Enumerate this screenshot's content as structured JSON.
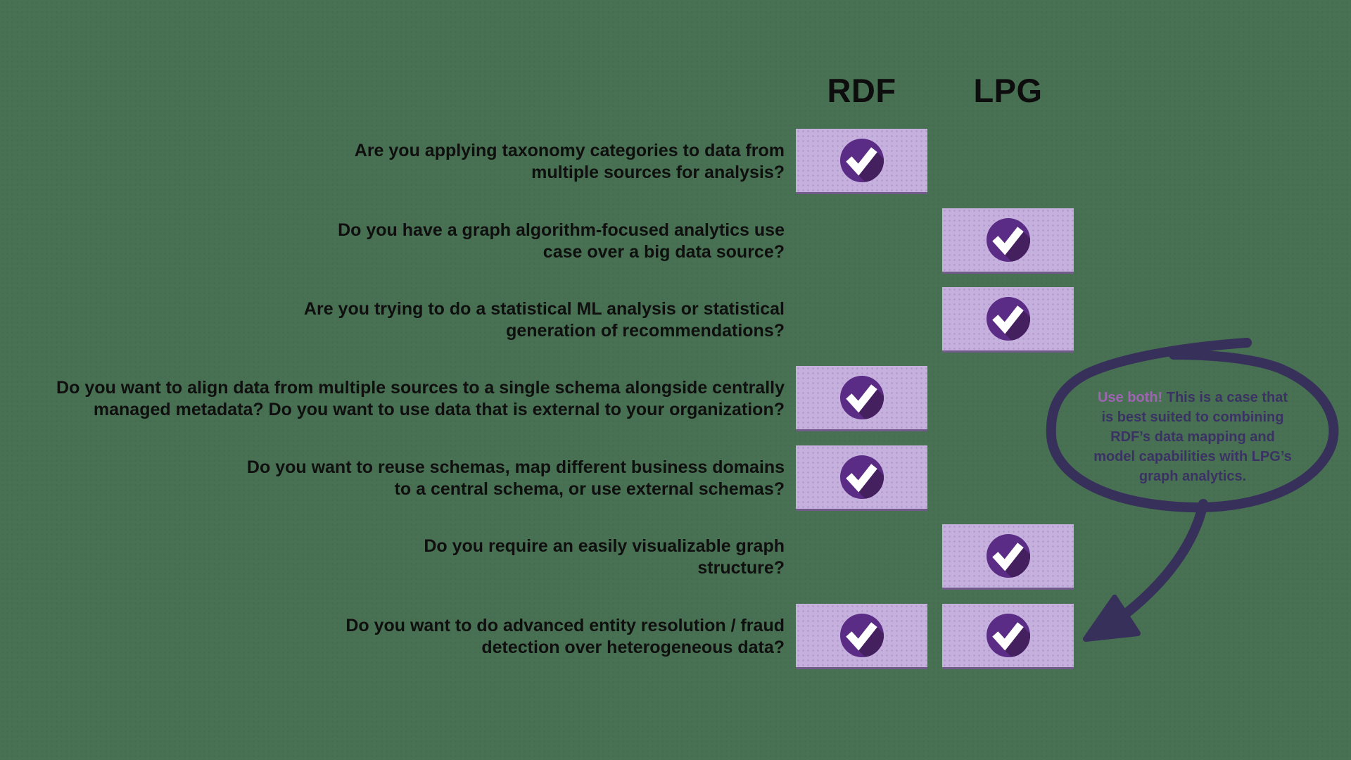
{
  "colors": {
    "bg": "#487052",
    "tile": "#c5b0de",
    "circle": "#5b2c85",
    "check_shadow": "#45205f",
    "check": "#ffffff",
    "header_text": "#0d0d0d",
    "question_text": "#0f0f0f",
    "annotation": "#37305a",
    "bubble_text": "#3b3264",
    "bubble_highlight": "#a064b4"
  },
  "columns": [
    {
      "label": "RDF"
    },
    {
      "label": "LPG"
    }
  ],
  "check_icon_name": "check-icon",
  "rows": [
    {
      "question": "Are you applying taxonomy categories to data from\nmultiple sources for analysis?",
      "rdf": true,
      "lpg": false
    },
    {
      "question": "Do you have a graph algorithm-focused analytics use\ncase over a big data source?",
      "rdf": false,
      "lpg": true
    },
    {
      "question": "Are you trying to do a statistical ML analysis or statistical\ngeneration of recommendations?",
      "rdf": false,
      "lpg": true
    },
    {
      "question": "Do you want to align data from multiple sources to a single schema alongside centrally\nmanaged metadata? Do you want to use data that is external to your organization?",
      "rdf": true,
      "lpg": false
    },
    {
      "question": "Do you want to reuse schemas, map different business domains\nto a central schema, or use external schemas?",
      "rdf": true,
      "lpg": false
    },
    {
      "question": "Do you require an easily visualizable graph\nstructure?",
      "rdf": false,
      "lpg": true
    },
    {
      "question": "Do you want to do advanced entity resolution / fraud\ndetection over heterogeneous data?",
      "rdf": true,
      "lpg": true
    }
  ],
  "bubble": {
    "highlight": "Use both!",
    "lines": [
      "Use both! This is a case that",
      "is best suited to combining",
      "RDF’s data mapping and",
      "model capabilities with LPG’s",
      "graph analytics."
    ]
  }
}
